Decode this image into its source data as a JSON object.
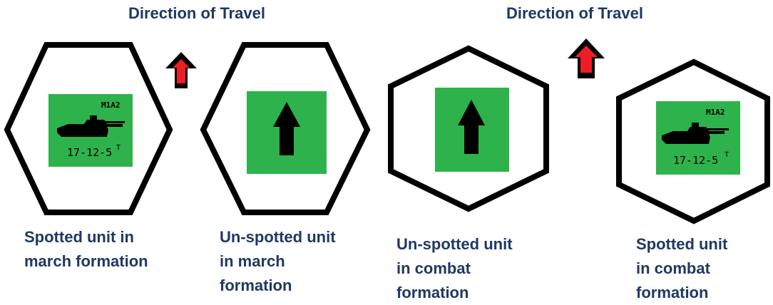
{
  "titles": {
    "left": "Direction of Travel",
    "right": "Direction of Travel"
  },
  "units": [
    {
      "caption": [
        "Spotted unit in",
        "march formation"
      ],
      "spotted": true,
      "formation": "march",
      "counter": {
        "model": "M1A2",
        "strength": "17-12-5",
        "mark": "T"
      }
    },
    {
      "caption": [
        "Un-spotted unit",
        "in march",
        "formation"
      ],
      "spotted": false,
      "formation": "march"
    },
    {
      "caption": [
        "Un-spotted unit",
        "in combat",
        "formation"
      ],
      "spotted": false,
      "formation": "combat"
    },
    {
      "caption": [
        "Spotted unit",
        "in combat",
        "formation"
      ],
      "spotted": true,
      "formation": "combat",
      "counter": {
        "model": "M1A2",
        "strength": "17-12-5",
        "mark": "T"
      }
    }
  ],
  "colors": {
    "counter_green": "#2eb24b",
    "direction_arrow": "#ee1c24",
    "outline": "#000000",
    "text": "#1f3864"
  }
}
